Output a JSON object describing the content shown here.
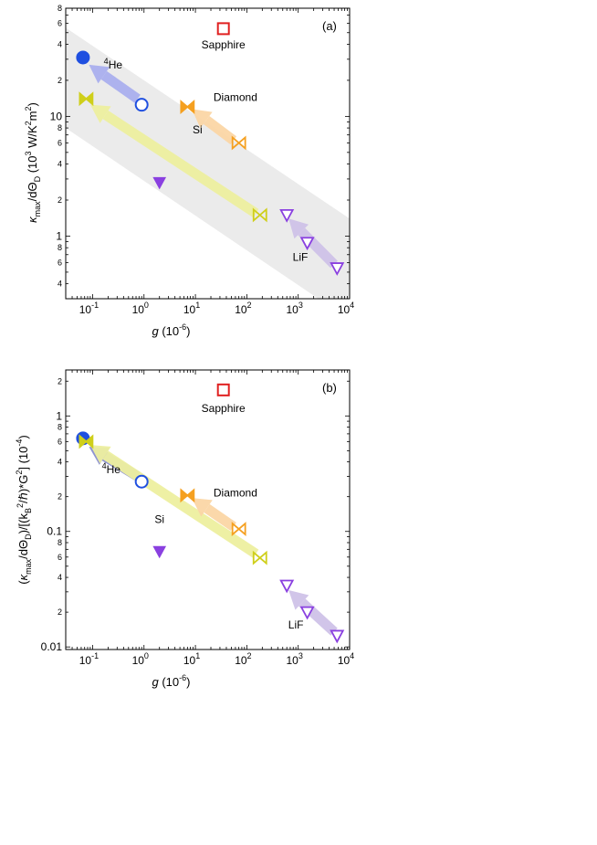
{
  "chart_data": [
    {
      "panel_label": "(a)",
      "type": "scatter",
      "xscale": "log",
      "yscale": "log",
      "xlim": [
        0.03,
        10000
      ],
      "ylim": [
        0.3,
        80
      ],
      "x_tick_labels": [
        "10",
        "10",
        "10",
        "10",
        "10",
        "10"
      ],
      "x_tick_exponents": [
        "-1",
        "0",
        "1",
        "2",
        "3",
        "4"
      ],
      "x_tick_values": [
        0.1,
        1,
        10,
        100,
        1000,
        10000
      ],
      "y_tick_labels": [
        {
          "v": 0.4,
          "t": "4"
        },
        {
          "v": 0.6,
          "t": "6"
        },
        {
          "v": 0.8,
          "t": "8"
        },
        {
          "v": 1,
          "t": "1"
        },
        {
          "v": 2,
          "t": "2"
        },
        {
          "v": 4,
          "t": "4"
        },
        {
          "v": 6,
          "t": "6"
        },
        {
          "v": 8,
          "t": "8"
        },
        {
          "v": 10,
          "t": "10"
        },
        {
          "v": 20,
          "t": "2"
        },
        {
          "v": 40,
          "t": "4"
        },
        {
          "v": 60,
          "t": "6"
        },
        {
          "v": 80,
          "t": "8"
        }
      ],
      "band": {
        "upper": [
          [
            0.03,
            55
          ],
          [
            10000,
            1.4
          ]
        ],
        "lower": [
          [
            0.03,
            8
          ],
          [
            10000,
            0.2
          ]
        ]
      },
      "band_color": "#ebebeb",
      "series": [
        {
          "name": "Sapphire",
          "marker": "square-open",
          "color": "#e02020",
          "points": [
            [
              35,
              54
            ]
          ],
          "arrow": null
        },
        {
          "name": "4He",
          "marker": "circle",
          "color": "#1f4fe0",
          "points": [
            [
              0.065,
              31,
              "filled"
            ],
            [
              0.9,
              12.5,
              "open"
            ]
          ],
          "arrow": {
            "from": [
              0.75,
              14
            ],
            "to": [
              0.085,
              27
            ],
            "color": "#aab0ef"
          }
        },
        {
          "name": "Si",
          "marker": "bowtie",
          "color": "#cfcf1a",
          "points": [
            [
              0.075,
              14,
              "filled"
            ],
            [
              180,
              1.5,
              "open"
            ]
          ],
          "arrow": {
            "from": [
              150,
              1.55
            ],
            "to": [
              0.09,
              12.5
            ],
            "color": "#eef0a0"
          }
        },
        {
          "name": "Diamond",
          "marker": "bowtie",
          "color": "#f5a020",
          "points": [
            [
              7,
              12,
              "filled"
            ],
            [
              70,
              6,
              "open"
            ]
          ],
          "arrow": {
            "from": [
              55,
              6.3
            ],
            "to": [
              8.5,
              11.5
            ],
            "color": "#fbd6a6"
          }
        },
        {
          "name": "LiF",
          "marker": "triangle-down-open",
          "color": "#8a40e0",
          "points": [
            [
              600,
              1.5
            ],
            [
              1500,
              0.88
            ],
            [
              5700,
              0.54
            ]
          ],
          "arrow": {
            "from": [
              5000,
              0.58
            ],
            "to": [
              650,
              1.4
            ],
            "color": "#cfc2e8"
          }
        },
        {
          "name": "",
          "marker": "triangle-down-filled",
          "color": "#8a40e0",
          "points": [
            [
              2,
              2.8
            ]
          ],
          "arrow": null
        }
      ],
      "labels": [
        {
          "text": "Sapphire",
          "x": 35,
          "y": 37
        },
        {
          "text": "He",
          "sup_left": "4",
          "x": 0.25,
          "y": 25
        },
        {
          "text": "Diamond",
          "x": 60,
          "y": 13.5
        },
        {
          "text": "Si",
          "x": 11,
          "y": 7.2
        },
        {
          "text": "LiF",
          "x": 1100,
          "y": 0.62
        }
      ],
      "xlabel_italic": "g",
      "xlabel_rest": " (10",
      "xlabel_exp": "-6",
      "xlabel_close": ")",
      "ylabel_parts": {
        "kappa": "κ",
        "kappa_sub": "max",
        "mid": "/dΘ",
        "mid_sub": "D",
        "unit_open": " (10",
        "unit_exp": "3",
        "unit_text": " W/K",
        "unit_exp2": "2",
        "unit_m": "m",
        "unit_exp3": "2",
        "unit_close": ")"
      }
    },
    {
      "panel_label": "(b)",
      "type": "scatter",
      "xscale": "log",
      "yscale": "log",
      "xlim": [
        0.03,
        10000
      ],
      "ylim": [
        0.0095,
        2.5
      ],
      "x_tick_labels": [
        "10",
        "10",
        "10",
        "10",
        "10",
        "10"
      ],
      "x_tick_exponents": [
        "-1",
        "0",
        "1",
        "2",
        "3",
        "4"
      ],
      "x_tick_values": [
        0.1,
        1,
        10,
        100,
        1000,
        10000
      ],
      "y_tick_labels": [
        {
          "v": 0.01,
          "t": "0.01"
        },
        {
          "v": 0.02,
          "t": "2"
        },
        {
          "v": 0.04,
          "t": "4"
        },
        {
          "v": 0.06,
          "t": "6"
        },
        {
          "v": 0.08,
          "t": "8"
        },
        {
          "v": 0.1,
          "t": "0.1"
        },
        {
          "v": 0.2,
          "t": "2"
        },
        {
          "v": 0.4,
          "t": "4"
        },
        {
          "v": 0.6,
          "t": "6"
        },
        {
          "v": 0.8,
          "t": "8"
        },
        {
          "v": 1,
          "t": "1"
        },
        {
          "v": 2,
          "t": "2"
        }
      ],
      "series": [
        {
          "name": "Sapphire",
          "marker": "square-open",
          "color": "#e02020",
          "points": [
            [
              35,
              1.68
            ]
          ],
          "arrow": null
        },
        {
          "name": "4He",
          "marker": "circle",
          "color": "#1f4fe0",
          "points": [
            [
              0.065,
              0.64,
              "filled"
            ],
            [
              0.9,
              0.27,
              "open"
            ]
          ],
          "arrow": {
            "from": [
              0.75,
              0.3
            ],
            "to": [
              0.085,
              0.54
            ],
            "color": "#8a8fd0"
          }
        },
        {
          "name": "Si",
          "marker": "bowtie",
          "color": "#cfcf1a",
          "points": [
            [
              0.075,
              0.6,
              "filled"
            ],
            [
              180,
              0.059,
              "open"
            ]
          ],
          "arrow": {
            "from": [
              150,
              0.064
            ],
            "to": [
              0.09,
              0.56
            ],
            "color": "#eef0a0"
          }
        },
        {
          "name": "Diamond",
          "marker": "bowtie",
          "color": "#f5a020",
          "points": [
            [
              7,
              0.205,
              "filled"
            ],
            [
              70,
              0.105,
              "open"
            ]
          ],
          "arrow": {
            "from": [
              55,
              0.11
            ],
            "to": [
              8.5,
              0.195
            ],
            "color": "#fbd6a6"
          }
        },
        {
          "name": "LiF",
          "marker": "triangle-down-open",
          "color": "#8a40e0",
          "points": [
            [
              600,
              0.034
            ],
            [
              1500,
              0.02
            ],
            [
              5700,
              0.0125
            ]
          ],
          "arrow": {
            "from": [
              5000,
              0.0135
            ],
            "to": [
              650,
              0.031
            ],
            "color": "#cfc2e8"
          }
        },
        {
          "name": "",
          "marker": "triangle-down-filled",
          "color": "#8a40e0",
          "points": [
            [
              2,
              0.067
            ]
          ],
          "arrow": null
        }
      ],
      "labels": [
        {
          "text": "Sapphire",
          "x": 35,
          "y": 1.08
        },
        {
          "text": "He",
          "sup_left": "4",
          "x": 0.23,
          "y": 0.32
        },
        {
          "text": "Diamond",
          "x": 60,
          "y": 0.2
        },
        {
          "text": "Si",
          "x": 2,
          "y": 0.118
        },
        {
          "text": "LiF",
          "x": 900,
          "y": 0.0145
        }
      ],
      "xlabel_italic": "g",
      "xlabel_rest": " (10",
      "xlabel_exp": "-6",
      "xlabel_close": ")",
      "ylabel_parts": {
        "open": "(",
        "kappa": "κ",
        "kappa_sub": "max",
        "mid": "/dΘ",
        "mid_sub": "D",
        "mid2": ")/[(k",
        "kb_sub": "B",
        "kb_exp": "2",
        "hbar": "/ℏ)*G",
        "g_exp": "2",
        "close": "] (10",
        "unit_exp": "-4",
        "unit_close": ")"
      }
    }
  ]
}
